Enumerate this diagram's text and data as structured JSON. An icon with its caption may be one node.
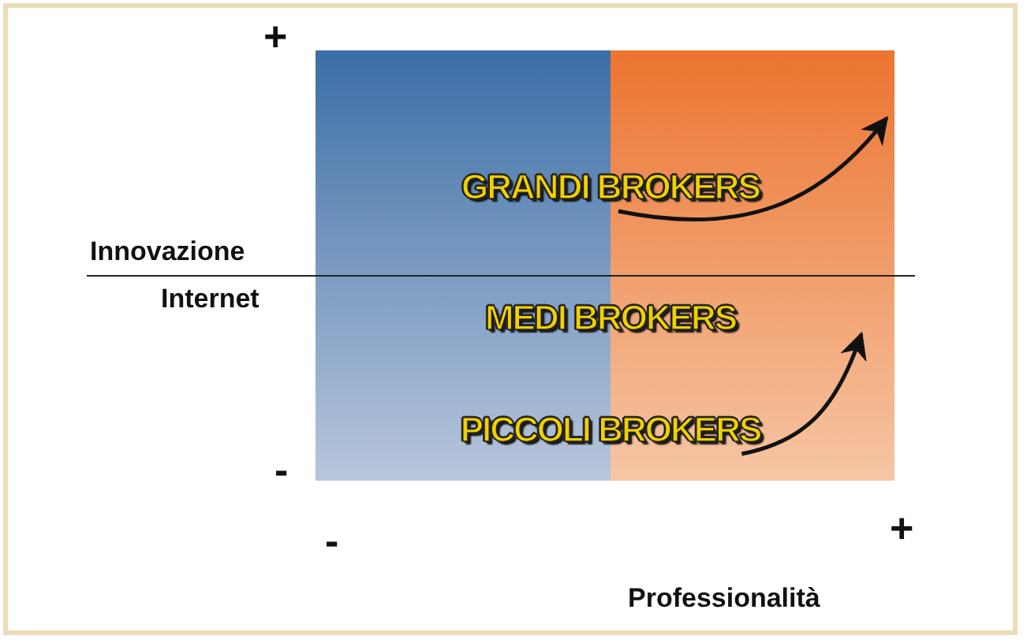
{
  "diagram": {
    "nodes": [
      {
        "text": [
          "GRANDI BROKERS"
        ]
      },
      {
        "text": [
          "MEDI BROKERS"
        ]
      },
      {
        "text": [
          "PICCOLI BROKERS"
        ]
      }
    ],
    "edges": [
      {
        "from": 0,
        "to": null,
        "arrow": "to"
      },
      {
        "from": 2,
        "to": null,
        "arrow": "to"
      }
    ],
    "labels": [
      "+",
      "Innovazione",
      "Internet",
      "-",
      "-",
      "+",
      "Professionalità"
    ]
  }
}
